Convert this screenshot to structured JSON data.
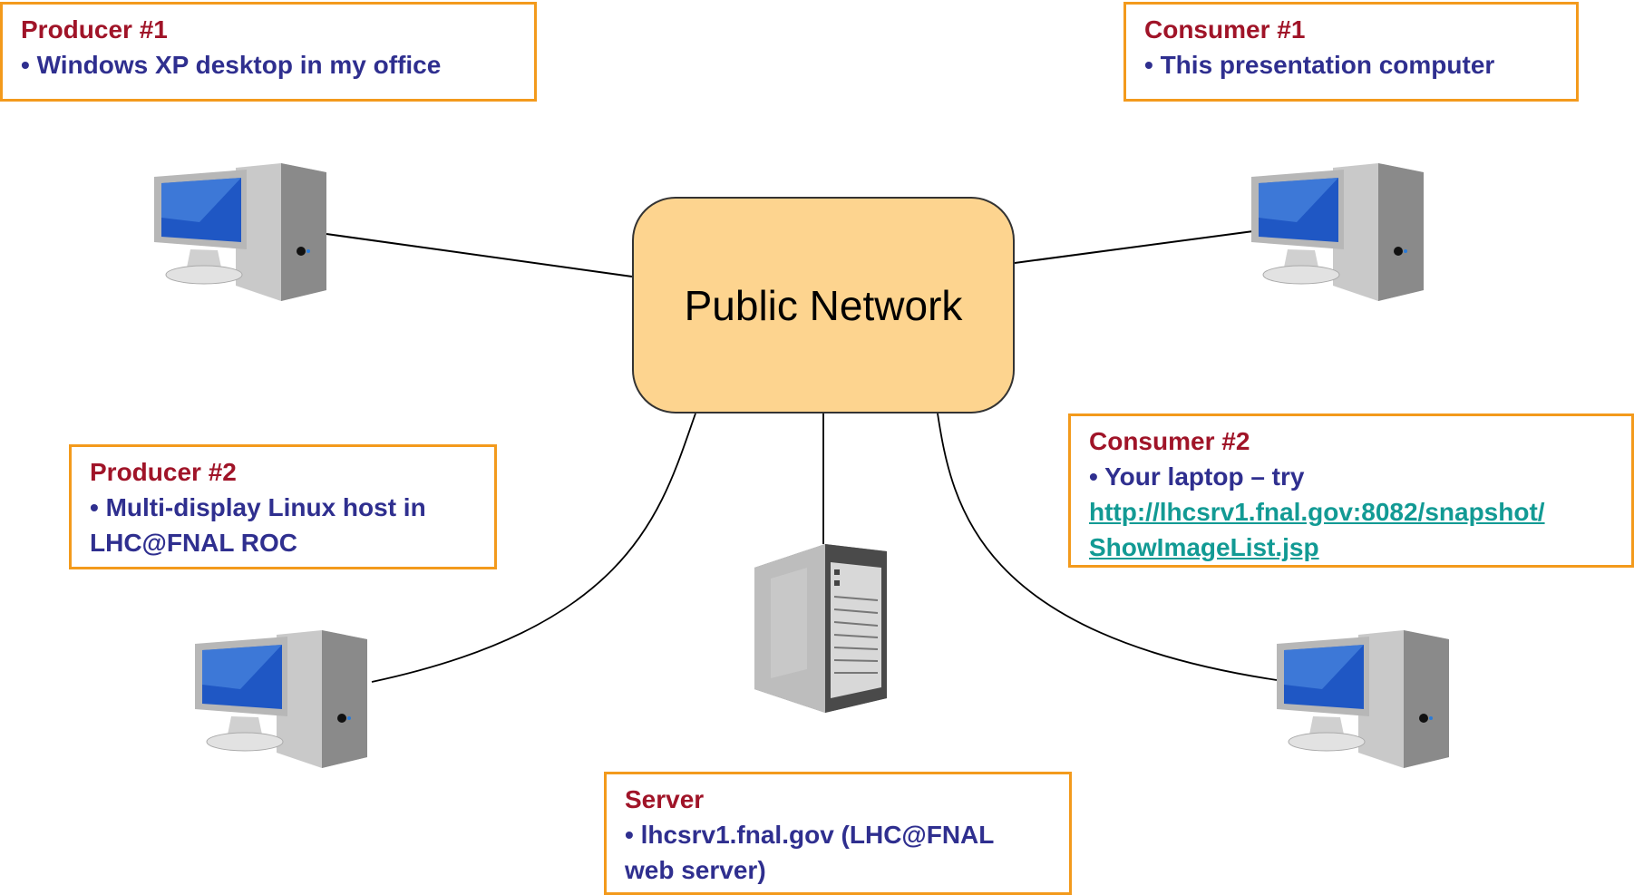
{
  "hub": {
    "label": "Public Network"
  },
  "producer1": {
    "title": "Producer #1",
    "lines": [
      "• Windows XP desktop in my office"
    ]
  },
  "consumer1": {
    "title": "Consumer #1",
    "lines": [
      "• This presentation computer"
    ]
  },
  "producer2": {
    "title": "Producer #2",
    "lines": [
      "• Multi-display Linux host in",
      "LHC@FNAL ROC"
    ]
  },
  "consumer2": {
    "title": "Consumer #2",
    "line1": "• Your laptop – try",
    "link1": "http://lhcsrv1.fnal.gov:8082/snapshot/",
    "link2": "ShowImageList.jsp"
  },
  "server": {
    "title": "Server",
    "lines": [
      "• lhcsrv1.fnal.gov (LHC@FNAL",
      "web server)"
    ]
  },
  "icons": {
    "workstation": "desktop-computer-icon",
    "server": "server-tower-icon"
  },
  "colors": {
    "box_border": "#f39a1c",
    "box_title": "#a01428",
    "box_body": "#2f2f8f",
    "link": "#129a94",
    "hub_fill": "#fdd48f"
  }
}
